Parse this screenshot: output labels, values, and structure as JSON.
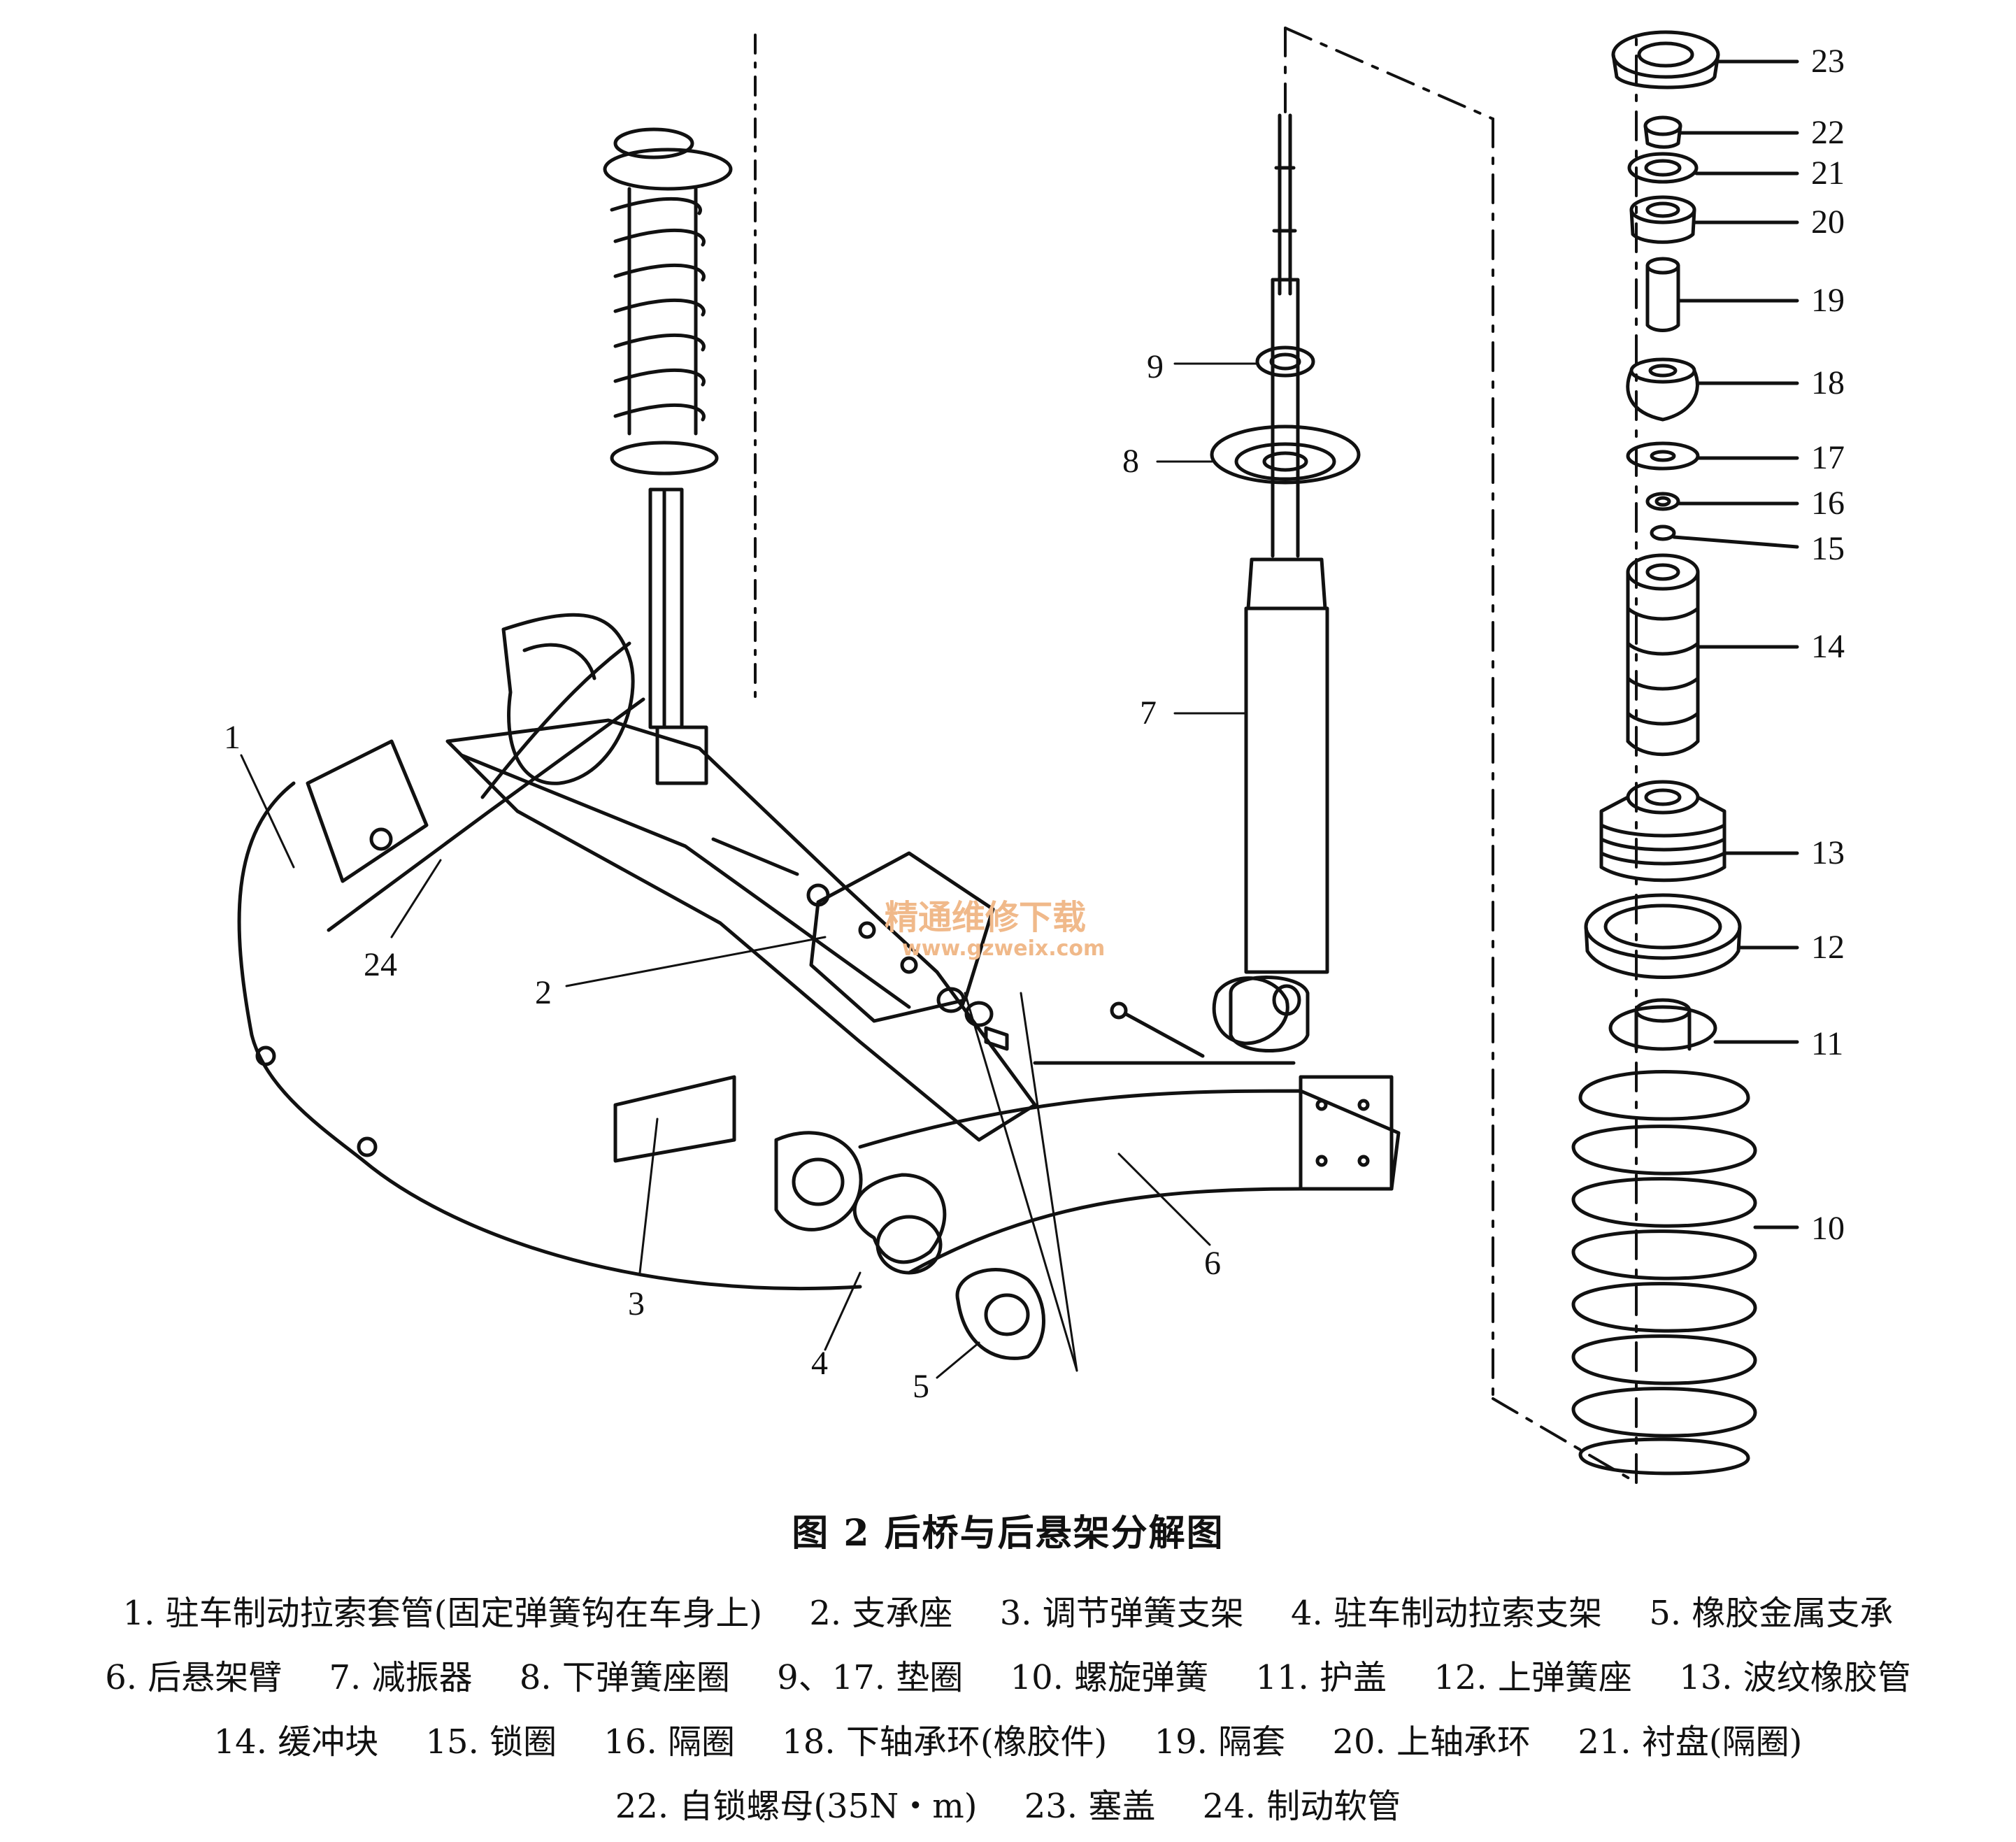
{
  "callouts": {
    "c1": "1",
    "c2": "2",
    "c3": "3",
    "c4": "4",
    "c5": "5",
    "c6": "6",
    "c7": "7",
    "c8": "8",
    "c9": "9",
    "c10": "10",
    "c11": "11",
    "c12": "12",
    "c13": "13",
    "c14": "14",
    "c15": "15",
    "c16": "16",
    "c17": "17",
    "c18": "18",
    "c19": "19",
    "c20": "20",
    "c21": "21",
    "c22": "22",
    "c23": "23",
    "c24": "24"
  },
  "watermark": {
    "line1": "精通维修下载",
    "line2": "www.gzweix.com"
  },
  "caption": {
    "title": "图 2  后桥与后悬架分解图",
    "legend_lines": [
      [
        "1. 驻车制动拉索套管(固定弹簧钩在车身上)",
        "2. 支承座",
        "3. 调节弹簧支架",
        "4. 驻车制动拉索支架",
        "5. 橡胶金属支承"
      ],
      [
        "6. 后悬架臂",
        "7. 减振器",
        "8. 下弹簧座圈",
        "9、17. 垫圈",
        "10. 螺旋弹簧",
        "11. 护盖",
        "12. 上弹簧座",
        "13. 波纹橡胶管"
      ],
      [
        "14. 缓冲块",
        "15. 锁圈",
        "16. 隔圈",
        "18. 下轴承环(橡胶件)",
        "19. 隔套",
        "20. 上轴承环",
        "21. 衬盘(隔圈)"
      ],
      [
        "22. 自锁螺母(35N・m)",
        "23. 塞盖",
        "24. 制动软管"
      ]
    ]
  },
  "colors": {
    "ink": "#111111",
    "paper": "#ffffff",
    "watermark": "#f0b98a"
  }
}
